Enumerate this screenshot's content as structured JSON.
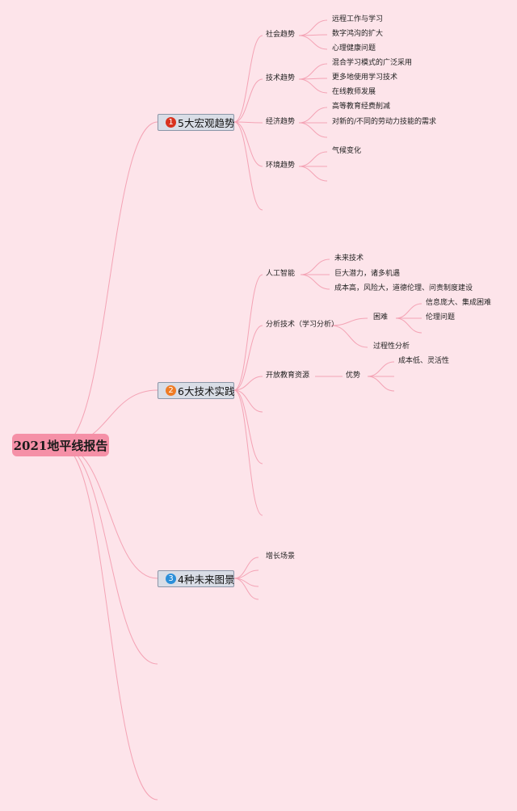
{
  "root": {
    "label": "2021地平线报告"
  },
  "branches": [
    {
      "number": "1",
      "label": "5大宏观趋势",
      "badge_color": "#d9321e",
      "children": [
        {
          "label": "社会趋势",
          "items": [
            "远程工作与学习",
            "数字鸿沟的扩大",
            "心理健康问题"
          ]
        },
        {
          "label": "技术趋势",
          "items": [
            "混合学习模式的广泛采用",
            "更多地使用学习技术",
            "在线教师发展"
          ]
        },
        {
          "label": "经济趋势",
          "items": [
            "高等教育经费削减",
            "对新的/不同的劳动力技能的需求"
          ]
        },
        {
          "label": "环境趋势",
          "items": [
            "气候变化"
          ]
        }
      ]
    },
    {
      "number": "2",
      "label": "6大技术实践",
      "badge_color": "#ef7b24",
      "children": [
        {
          "label": "人工智能",
          "items": [
            "未来技术",
            "巨大潜力，诸多机遇",
            "成本高，风险大，道德伦理、问责制度建设"
          ]
        },
        {
          "label": "分析技术（学习分析）",
          "sub": [
            {
              "label": "困难",
              "items": [
                "信息庞大、集成困难",
                "伦理问题"
              ]
            },
            {
              "label": "过程性分析"
            }
          ]
        },
        {
          "label": "开放教育资源",
          "sub": [
            {
              "label": "优势",
              "items": [
                "成本低、灵活性"
              ]
            }
          ]
        }
      ]
    },
    {
      "number": "3",
      "label": "4种未来图景",
      "badge_color": "#2b8fd9",
      "children": [
        {
          "label": "增长场景"
        }
      ]
    }
  ]
}
